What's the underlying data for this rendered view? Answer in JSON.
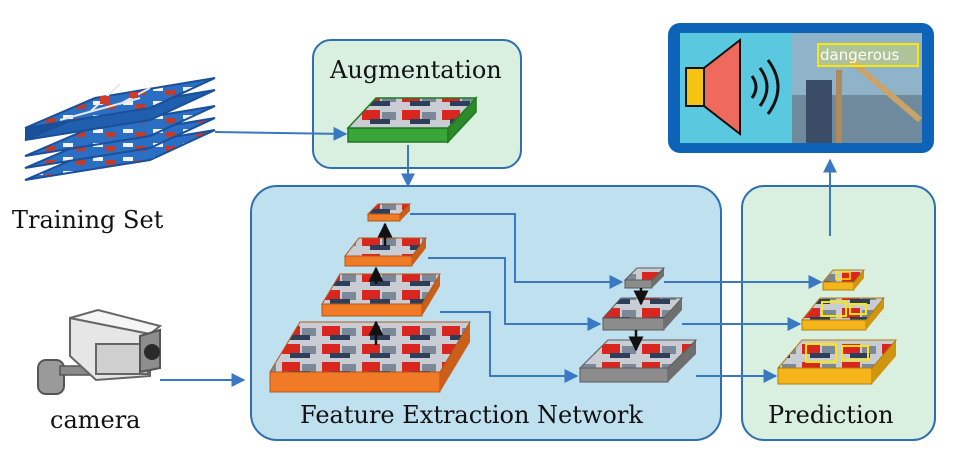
{
  "labels": {
    "augmentation": "Augmentation",
    "training_set": "Training Set",
    "camera": "camera",
    "feature_extraction": "Feature Extraction Network",
    "prediction": "Prediction",
    "alert_tag": "dangerous"
  },
  "colors": {
    "panel_green": "#d9efdf",
    "panel_blue": "#bfe0ef",
    "panel_border": "#2e6fb0",
    "arrow": "#3a78c2",
    "backbone_orange": "#f07a26",
    "neck_gray": "#8c8c8c",
    "head_yellow": "#f5b41a",
    "aug_green": "#3aa53a",
    "alert_blue": "#0d63b8",
    "speaker_red": "#ee6a5c",
    "speaker_yellow": "#f5c314"
  },
  "icons": {
    "training": "image-stack-icon",
    "camera": "security-camera-icon",
    "speaker": "speaker-sound-icon"
  }
}
